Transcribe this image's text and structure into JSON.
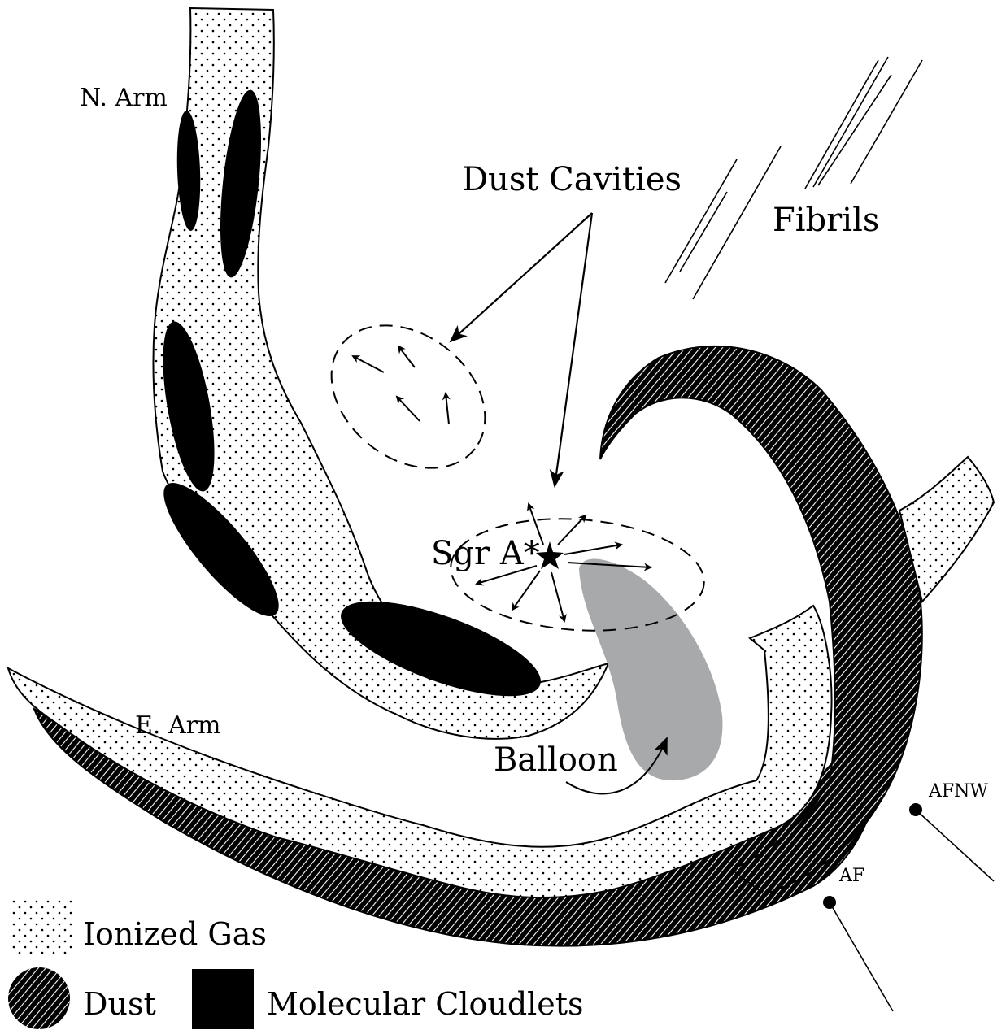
{
  "labels": {
    "north_arm": "N. Arm",
    "east_arm": "E. Arm",
    "dust_cavities": "Dust Cavities",
    "fibrils": "Fibrils",
    "sgr_a": "Sgr A*",
    "balloon": "Balloon",
    "afnw": "AFNW",
    "af": "AF"
  },
  "legend": {
    "ionized_gas": "Ionized Gas",
    "dust": "Dust",
    "molecular_cloudlets": "Molecular Cloudlets"
  },
  "colors": {
    "ink": "#000000",
    "balloon_fill": "#a7a9aa",
    "background": "#ffffff"
  }
}
